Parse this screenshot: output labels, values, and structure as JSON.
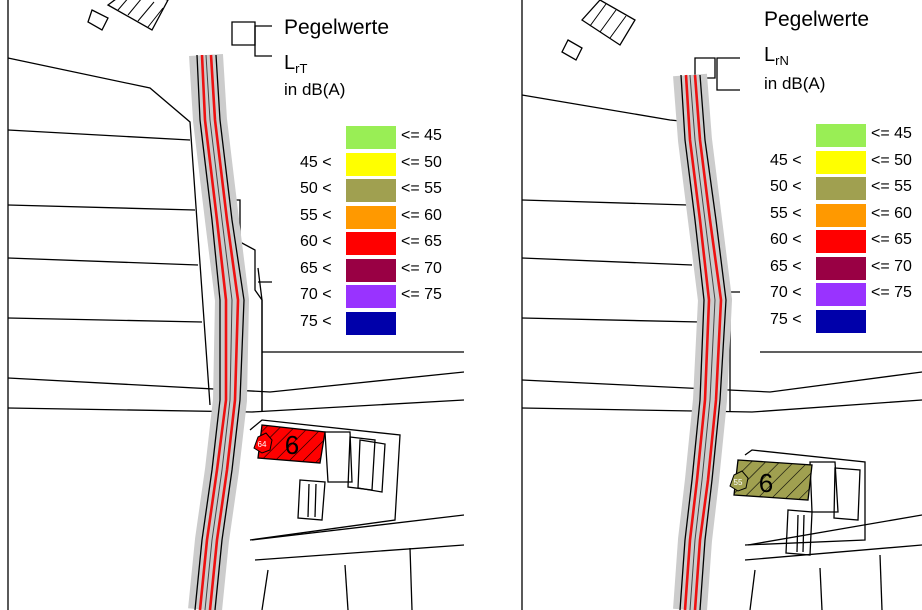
{
  "panels": [
    {
      "legend": {
        "title": "Pegelwerte",
        "metric_main": "L",
        "metric_sub": "rT",
        "unit": "in dB(A)"
      },
      "building_label": "6",
      "receiver_value": "64",
      "building_color": "#ff0000"
    },
    {
      "legend": {
        "title": "Pegelwerte",
        "metric_main": "L",
        "metric_sub": "rN",
        "unit": "in dB(A)"
      },
      "building_label": "6",
      "receiver_value": "55",
      "building_color": "#a0a050"
    }
  ],
  "legend_classes": [
    {
      "low": "",
      "high": "<= 45",
      "color": "#99ee55"
    },
    {
      "low": "45 <",
      "high": "<= 50",
      "color": "#ffff00"
    },
    {
      "low": "50 <",
      "high": "<= 55",
      "color": "#a0a050"
    },
    {
      "low": "55 <",
      "high": "<= 60",
      "color": "#ff9900"
    },
    {
      "low": "60 <",
      "high": "<= 65",
      "color": "#ff0000"
    },
    {
      "low": "65 <",
      "high": "<= 70",
      "color": "#990044"
    },
    {
      "low": "70 <",
      "high": "<= 75",
      "color": "#9933ff"
    },
    {
      "low": "75 <",
      "high": "",
      "color": "#0000aa"
    }
  ]
}
